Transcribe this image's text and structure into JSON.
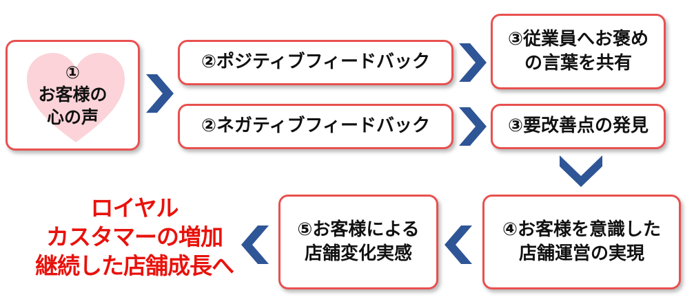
{
  "colors": {
    "box_border": "#e8504f",
    "heart_fill": "#fbd3d8",
    "arrow": "#2e5596",
    "result_text": "#e8120c"
  },
  "voice": {
    "lines": [
      "①",
      "お客様の",
      "心の声"
    ],
    "icon": "heart-icon"
  },
  "positive_feedback": "②ポジティブフィードバック",
  "negative_feedback": "②ネガティブフィードバック",
  "share_praise": {
    "lines": [
      "③従業員へお褒め",
      "の言葉を共有"
    ]
  },
  "find_improvements": "③要改善点の発見",
  "conscious_operation": {
    "lines": [
      "④お客様を意識した",
      "店舗運営の実現"
    ]
  },
  "feel_change": {
    "lines": [
      "⑤お客様による",
      "店舗変化実感"
    ]
  },
  "result": {
    "lines": [
      "ロイヤル",
      "カスタマーの増加",
      "継続した店舗成長へ"
    ]
  },
  "arrow_icon": "chevron-icon"
}
